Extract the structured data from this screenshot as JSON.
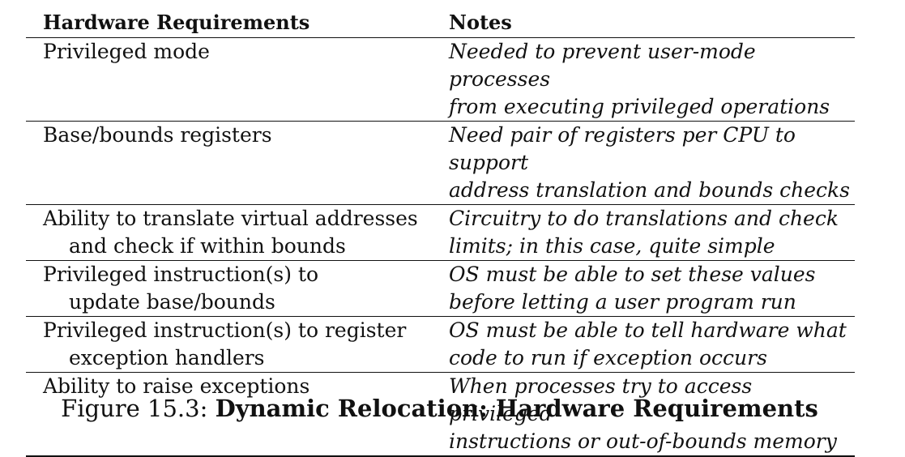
{
  "table": {
    "headers": {
      "requirements": "Hardware Requirements",
      "notes": "Notes"
    },
    "rows": [
      {
        "req": [
          "Privileged mode",
          ""
        ],
        "note": [
          "Needed to prevent user-mode processes",
          "from executing privileged operations"
        ]
      },
      {
        "req": [
          "Base/bounds registers",
          ""
        ],
        "note": [
          "Need pair of registers per CPU to support",
          "address translation and bounds checks"
        ]
      },
      {
        "req": [
          "Ability to translate virtual addresses",
          "and check if within bounds"
        ],
        "note": [
          "Circuitry to do translations and check",
          "limits; in this case, quite simple"
        ]
      },
      {
        "req": [
          "Privileged instruction(s) to",
          "update base/bounds"
        ],
        "note": [
          "OS must be able to set these values",
          "before letting a user program run"
        ]
      },
      {
        "req": [
          "Privileged instruction(s) to register",
          "exception handlers"
        ],
        "note": [
          "OS must be able to tell hardware what",
          "code to run if exception occurs"
        ]
      },
      {
        "req": [
          "Ability to raise exceptions",
          ""
        ],
        "note": [
          "When processes try to access privileged",
          "instructions or out-of-bounds memory"
        ]
      }
    ]
  },
  "caption": {
    "label": "Figure 15.3: ",
    "title": "Dynamic Relocation: Hardware Requirements"
  }
}
